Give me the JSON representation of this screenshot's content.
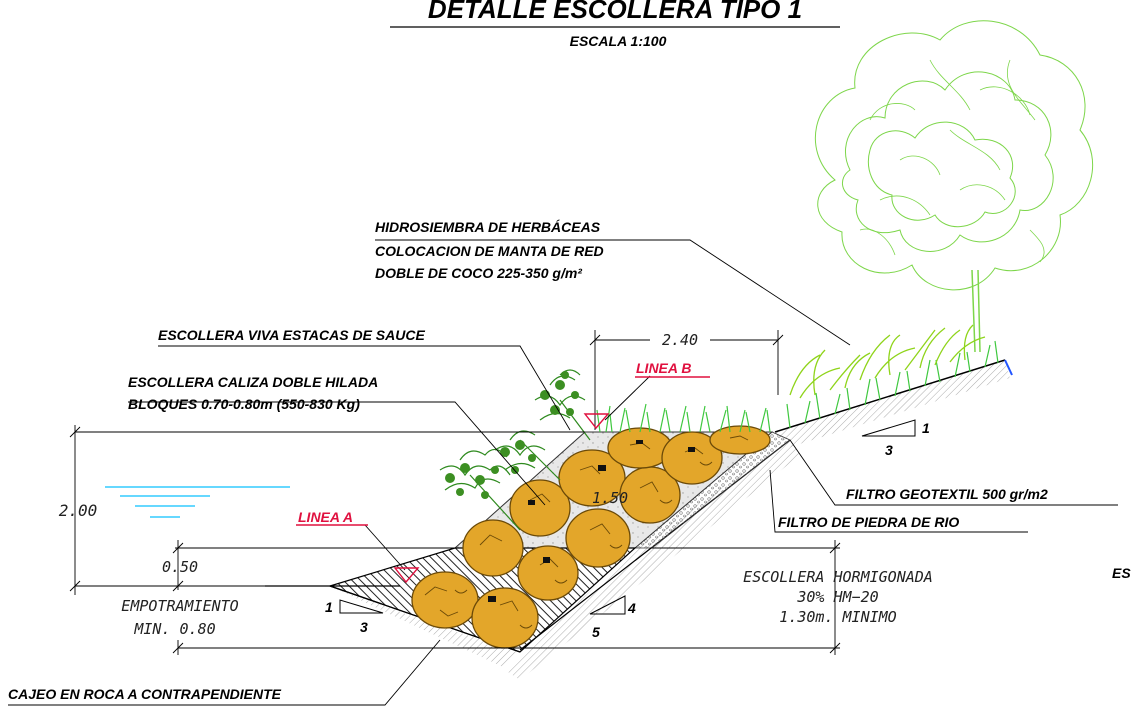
{
  "title": "DETALLE ESCOLLERA TIPO 1",
  "scale": "ESCALA 1:100",
  "labels": {
    "hidro1": "HIDROSIEMBRA DE HERBÁCEAS",
    "hidro2": "COLOCACION DE MANTA DE RED",
    "hidro3": "DOBLE DE COCO 225-350 g/m²",
    "viva": "ESCOLLERA VIVA ESTACAS DE SAUCE",
    "caliza1": "ESCOLLERA CALIZA DOBLE HILADA",
    "caliza2": "BLOQUES 0.70-0.80m (550-830 Kg)",
    "linea_a": "LINEA A",
    "linea_b": "LINEA B",
    "filtro_geo": "FILTRO GEOTEXTIL 500 gr/m2",
    "filtro_piedra": "FILTRO DE PIEDRA DE RIO",
    "horm1": "ESCOLLERA HORMIGONADA",
    "horm2": "30% HM−20",
    "horm3": "1.30m. MINIMO",
    "empo1": "EMPOTRAMIENTO",
    "empo2": "MIN. 0.80",
    "cajeo": "CAJEO EN ROCA A CONTRAPENDIENTE",
    "es_cut": "ES"
  },
  "dimensions": {
    "d240": "2.40",
    "d200": "2.00",
    "d050": "0.50",
    "d150": "1.50"
  },
  "slopes": {
    "top_v": "1",
    "top_h": "3",
    "left_v": "1",
    "left_h": "3",
    "main_v": "4",
    "main_h": "5"
  },
  "colors": {
    "rock": "#e3a62a",
    "rock_dark": "#b87d0f",
    "grass": "#3fc83f",
    "shrub": "#3c8f22",
    "tree": "#7dd64a",
    "water": "#33ccff",
    "linea": "#e0103f"
  }
}
